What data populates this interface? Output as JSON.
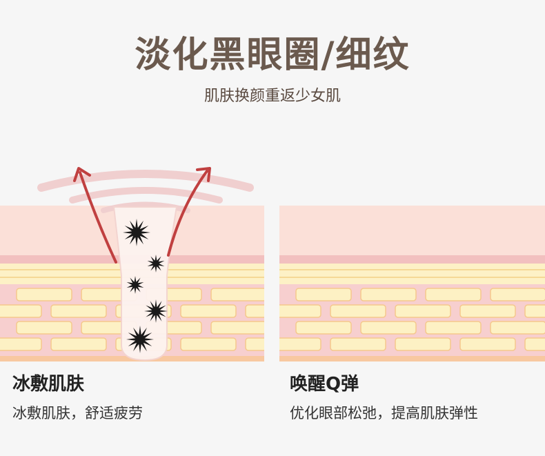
{
  "header": {
    "title": "淡化黑眼圈/细纹",
    "subtitle": "肌肤换颜重返少女肌"
  },
  "features": [
    {
      "title": "冰敷肌肤",
      "description": "冰敷肌肤，舒适疲劳"
    },
    {
      "title": "唤醒Q弹",
      "description": "优化眼部松弛，提高肌肤弹性"
    }
  ],
  "colors": {
    "top_layer": "#fbe0d8",
    "band": "#f2c0bf",
    "fat_light": "#fdf1c6",
    "cell_pink": "#f7cfcf",
    "cell_yellow": "#fdf1c4",
    "cell_outline": "#f5c88c",
    "bottom_strip": "#f8c8a0",
    "arrow": "#c04040",
    "star": "#1a1a1a"
  },
  "icons": [
    "cold-wave-icon",
    "red-arrow-icon",
    "black-star-icon"
  ]
}
